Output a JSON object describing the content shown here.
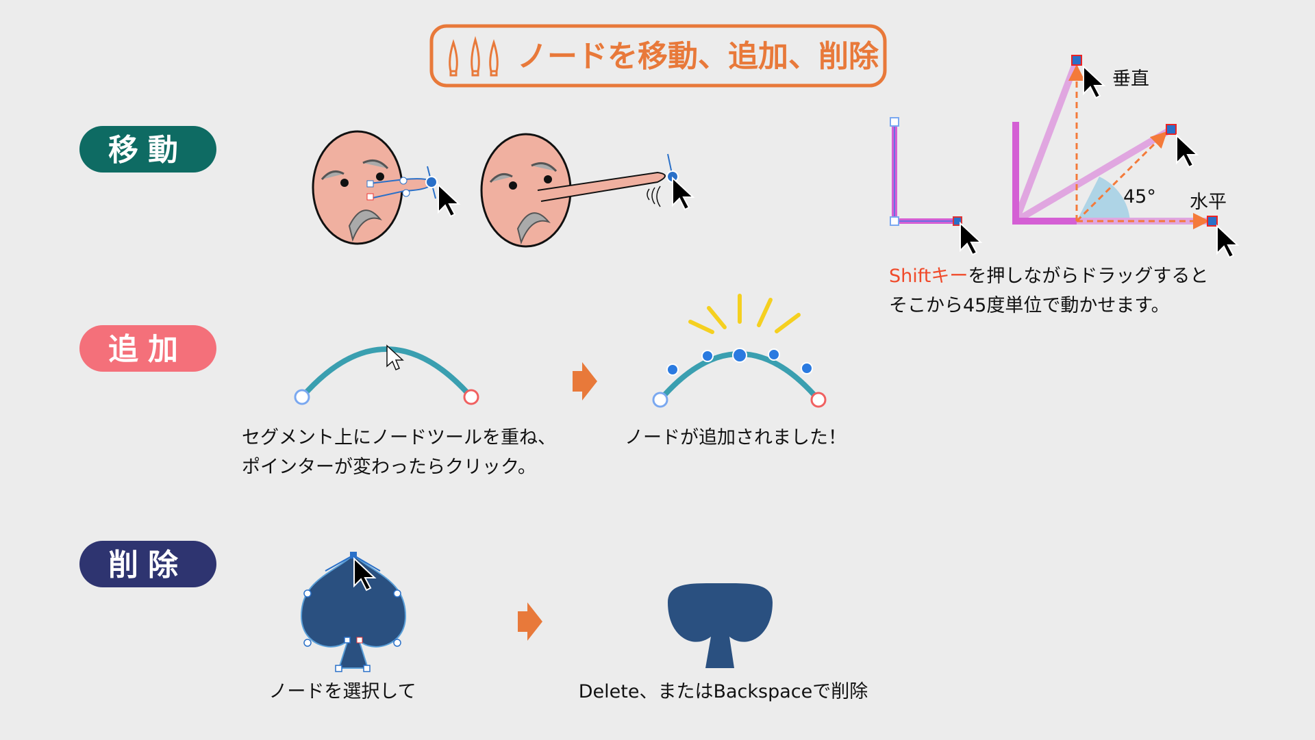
{
  "title": "ノードを移動、追加、削除",
  "colors": {
    "accent": "#e8793a",
    "move": "#0e6b63",
    "add": "#f4707a",
    "delete": "#2e3470",
    "highlight": "#f04a2a"
  },
  "sections": {
    "move": {
      "label": "移動"
    },
    "add": {
      "label": "追加",
      "caption_before_line1": "セグメント上にノードツールを重ね、",
      "caption_before_line2": "ポインターが変わったらクリック。",
      "caption_after": "ノードが追加されました！"
    },
    "delete": {
      "label": "削除",
      "caption_before": "ノードを選択して",
      "caption_after": "Delete、またはBackspaceで削除"
    }
  },
  "shift": {
    "vertical_label": "垂直",
    "horizontal_label": "水平",
    "angle_label": "45°",
    "caption_key": "Shiftキー",
    "caption_line1_rest": "を押しながらドラッグすると",
    "caption_line2": "そこから45度単位で動かせます。"
  }
}
